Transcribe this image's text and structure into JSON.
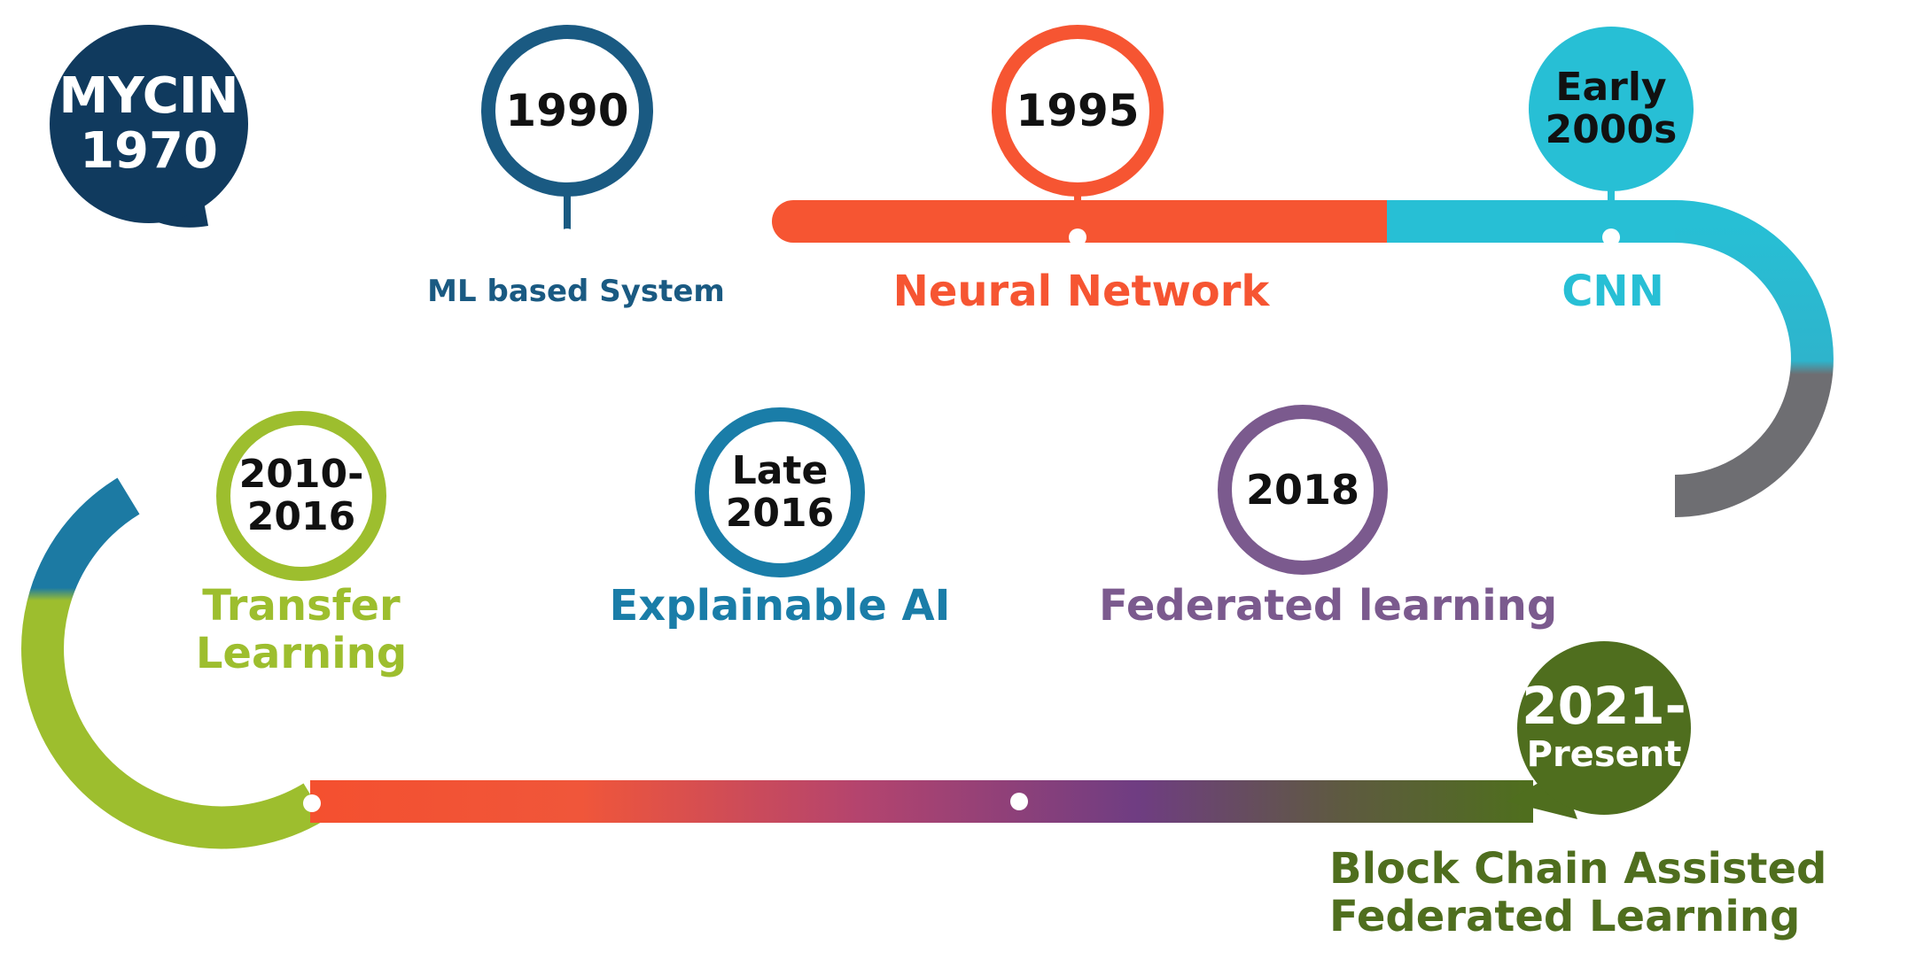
{
  "milestones": [
    {
      "year": [
        "MYCIN",
        "1970"
      ],
      "label": [],
      "color": "#103A5E"
    },
    {
      "year": [
        "1990"
      ],
      "label": [
        "ML based System"
      ],
      "color": "#1A5A82"
    },
    {
      "year": [
        "1995"
      ],
      "label": [
        "Neural Network"
      ],
      "color": "#F65532"
    },
    {
      "year": [
        "Early",
        "2000s"
      ],
      "label": [
        "CNN"
      ],
      "color": "#27BFD5"
    },
    {
      "year": [
        "2018"
      ],
      "label": [
        "Federated learning"
      ],
      "color": "#7B5A8E"
    },
    {
      "year": [
        "Late",
        "2016"
      ],
      "label": [
        "Explainable AI"
      ],
      "color": "#1A7DA8"
    },
    {
      "year": [
        "2010-",
        "2016"
      ],
      "label": [
        "Transfer",
        "Learning"
      ],
      "color": "#9DBE2E"
    },
    {
      "year": [
        "2021-",
        "Present"
      ],
      "label": [
        "Block Chain Assisted",
        "Federated Learning"
      ],
      "color": "#4F6E1E"
    }
  ],
  "colors": {
    "navy": "#103A5E",
    "blue": "#1A5A82",
    "orange": "#F65532",
    "cyan": "#27BFD5",
    "gray": "#6E6E72",
    "purple": "#7B5A8E",
    "teal": "#1A7DA8",
    "green": "#9DBE2E",
    "olive": "#4F6E1E"
  }
}
